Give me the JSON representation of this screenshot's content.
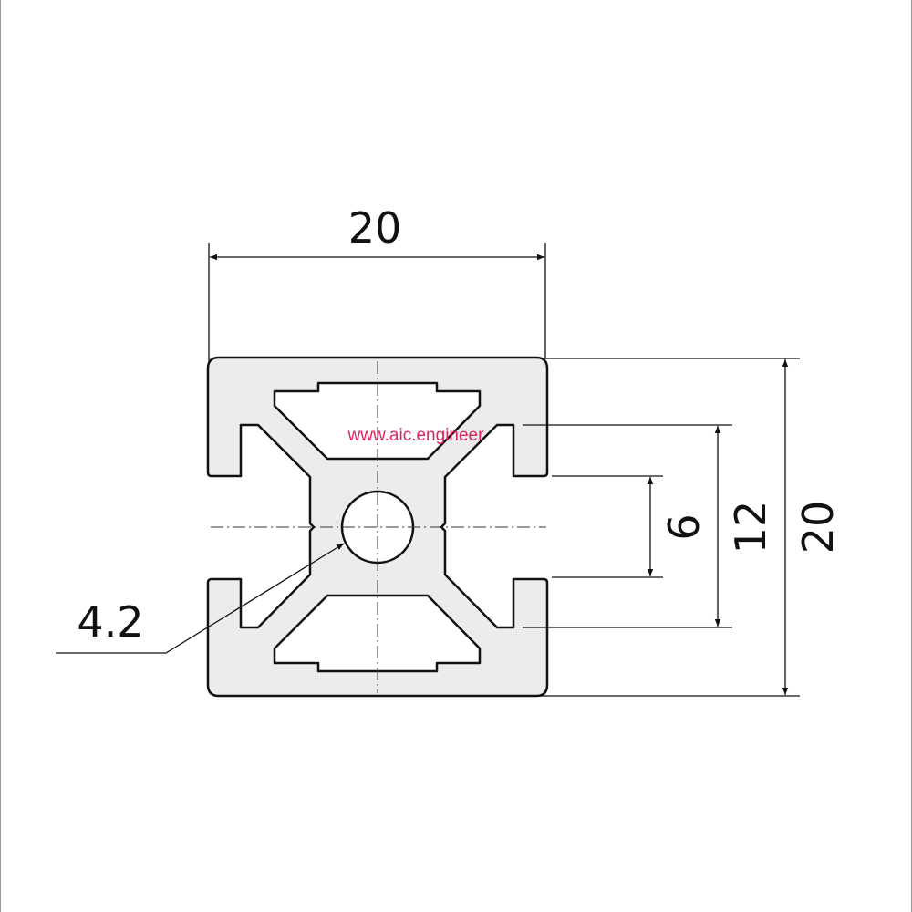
{
  "drawing": {
    "title": "20x20 aluminium profile cross-section",
    "dimensions": {
      "width": "20",
      "height": "20",
      "slot_outer": "12",
      "slot_opening": "6",
      "center_hole": "4.2"
    },
    "watermark": "www.aic.engineer",
    "colors": {
      "profile_fill": "#ececec",
      "line": "#111111",
      "watermark": "#e0245e"
    }
  }
}
